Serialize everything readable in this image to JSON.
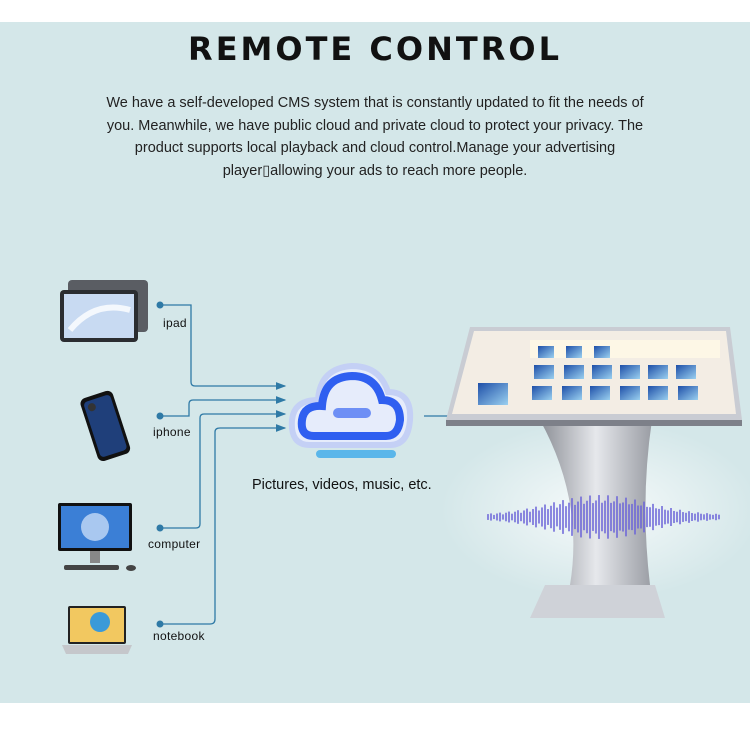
{
  "title": "REMOTE CONTROL",
  "description": "We have a self-developed CMS system that is constantly updated to fit the needs of you. Meanwhile, we have public cloud and private cloud to protect your privacy. The product supports local playback and cloud control.Manage your advertising player▯allowing your ads to reach more people.",
  "devices": [
    {
      "label": "ipad",
      "icon": "tablet-icon"
    },
    {
      "label": "iphone",
      "icon": "phone-icon"
    },
    {
      "label": "computer",
      "icon": "monitor-icon"
    },
    {
      "label": "notebook",
      "icon": "laptop-icon"
    }
  ],
  "cloud_caption": "Pictures, videos, music, etc.",
  "colors": {
    "background": "#d4e7e9",
    "connector": "#2f7aa6",
    "cloud": "#2f5ff0"
  }
}
